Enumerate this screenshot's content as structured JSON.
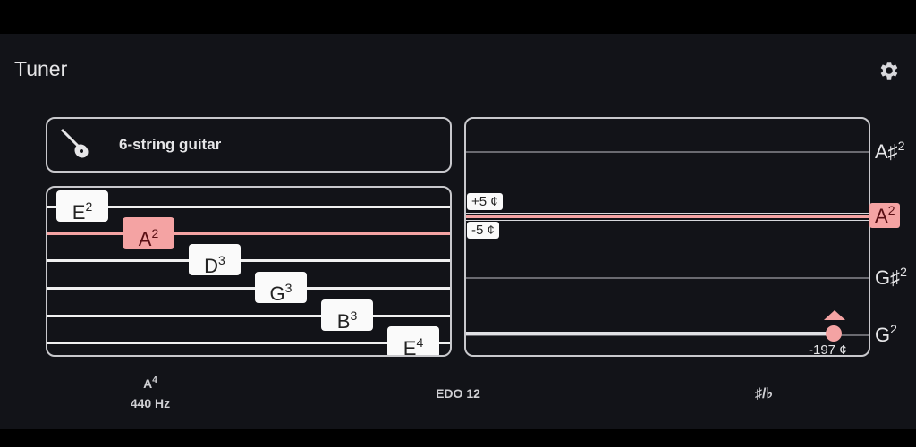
{
  "header": {
    "title": "Tuner"
  },
  "instrument": {
    "label": "6-string guitar"
  },
  "strings": [
    {
      "n": "E",
      "o": "2"
    },
    {
      "n": "A",
      "o": "2"
    },
    {
      "n": "D",
      "o": "3"
    },
    {
      "n": "G",
      "o": "3"
    },
    {
      "n": "B",
      "o": "3"
    },
    {
      "n": "E",
      "o": "4"
    }
  ],
  "active_string": 1,
  "graph": {
    "plus_tol": "+5 ¢",
    "minus_tol": "-5 ¢",
    "deviation": "-197 ¢",
    "notes": [
      {
        "n": "A♯",
        "o": "2"
      },
      {
        "n": "A",
        "o": "2"
      },
      {
        "n": "G♯",
        "o": "2"
      },
      {
        "n": "G",
        "o": "2"
      }
    ]
  },
  "footer": {
    "ref_note": "A",
    "ref_octave": "4",
    "ref_freq": "440 Hz",
    "temperament": "EDO 12",
    "notation": "♯/♭"
  },
  "colors": {
    "accent": "#f4a3a3",
    "bg": "#121318"
  }
}
